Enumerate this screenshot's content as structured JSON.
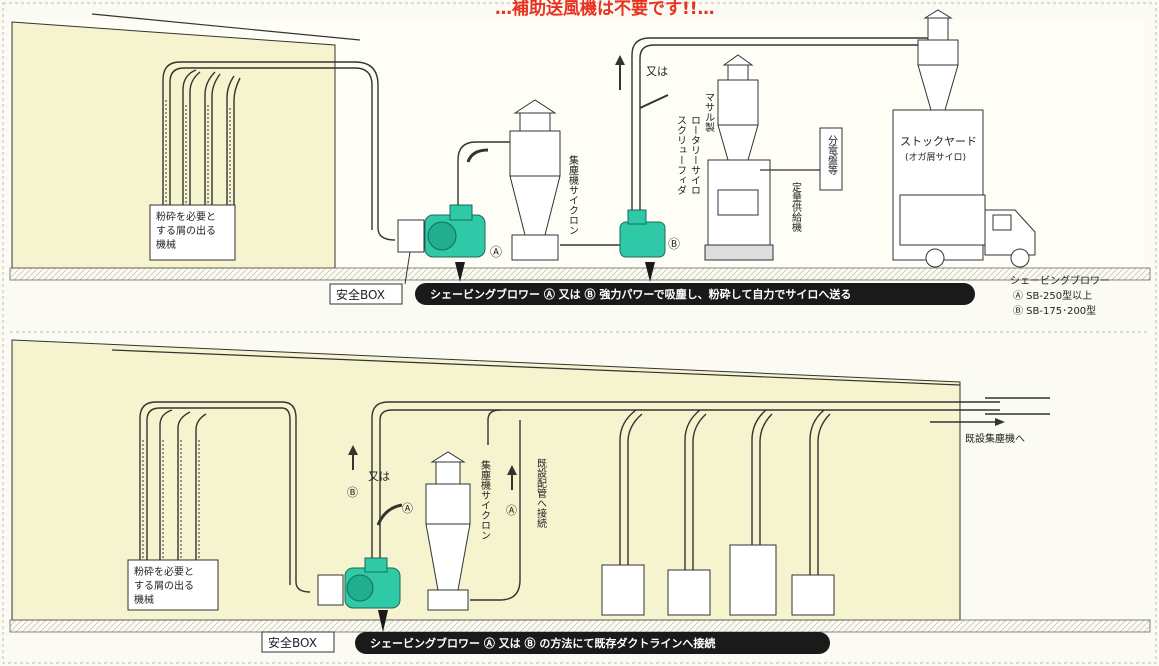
{
  "header": {
    "text": "…補助送風機は不要です!!…"
  },
  "panel1": {
    "machine_label": [
      "粉砕を必要と",
      "する屑の出る",
      "機械"
    ],
    "dust_collector_label": "集塵機サイクロン",
    "or_label": "又は",
    "rotary_feeder_label": [
      "マサル製",
      "ロータリーサイロ",
      "スクリューフィダ"
    ],
    "power_board_label": "分電盤等",
    "fixed_mixer_label": "定量供給機",
    "stockyard_title": "ストックヤード",
    "stockyard_sub": "(オガ屑サイロ)",
    "safety_box": "安全BOX",
    "caption": "シェービングブロワー Ⓐ 又は Ⓑ 強力パワーで吸塵し、粉砕して自力でサイロへ送る",
    "marker_a": "Ⓐ",
    "marker_b": "Ⓑ",
    "model_title": "シェービングブロワー",
    "model_a": "Ⓐ SB-250型以上",
    "model_b": "Ⓑ SB-175･200型"
  },
  "panel2": {
    "machine_label": [
      "粉砕を必要と",
      "する屑の出る",
      "機械"
    ],
    "dust_collector_label": "集塵機サイクロン",
    "or_label": "又は",
    "existing_duct_label": "既設配管へ接続",
    "existing_collector_label": "既設集塵機へ",
    "safety_box": "安全BOX",
    "caption": "シェービングブロワー Ⓐ 又は Ⓑ の方法にて既存ダクトラインへ接続",
    "marker_a": "Ⓐ",
    "marker_b": "Ⓑ"
  },
  "colors": {
    "panel_bg": "#f6f3cf",
    "blower": "#2fc9a8",
    "caption_bg": "#1a1a1a",
    "header_red": "#e8321e",
    "line": "#333333"
  }
}
